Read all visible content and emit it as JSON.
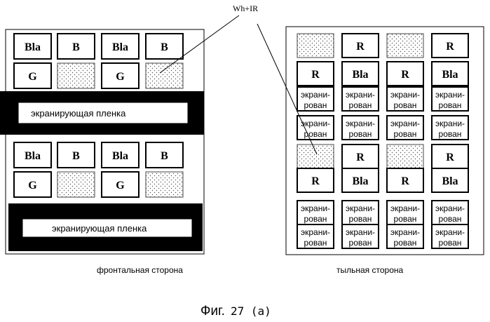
{
  "labels": {
    "wh_ir": "Wh+IR",
    "front_side": "фронтальная сторона",
    "back_side": "тыльная сторона",
    "figure_prefix": "Фиг.",
    "figure_number": "27 (a)",
    "shielding_film": "экранирующая пленка"
  },
  "front_panel": {
    "rows": [
      [
        "Bla",
        "B",
        "Bla",
        "B"
      ],
      [
        "G",
        "dots",
        "G",
        "dots"
      ],
      [
        "Bla",
        "B",
        "Bla",
        "B"
      ],
      [
        "G",
        "dots",
        "G",
        "dots"
      ]
    ]
  },
  "back_panel": {
    "rows": [
      [
        "dots",
        "R",
        "dots",
        "R"
      ],
      [
        "R",
        "Bla",
        "R",
        "Bla"
      ],
      [
        "shield",
        "shield",
        "shield",
        "shield"
      ],
      [
        "shield",
        "shield",
        "shield",
        "shield"
      ],
      [
        "dots",
        "R",
        "dots",
        "R"
      ],
      [
        "R",
        "Bla",
        "R",
        "Bla"
      ],
      [
        "shield",
        "shield",
        "shield",
        "shield"
      ],
      [
        "shield",
        "shield",
        "shield",
        "shield"
      ]
    ],
    "shield_cell_line1": "экрани-",
    "shield_cell_line2": "рован"
  }
}
